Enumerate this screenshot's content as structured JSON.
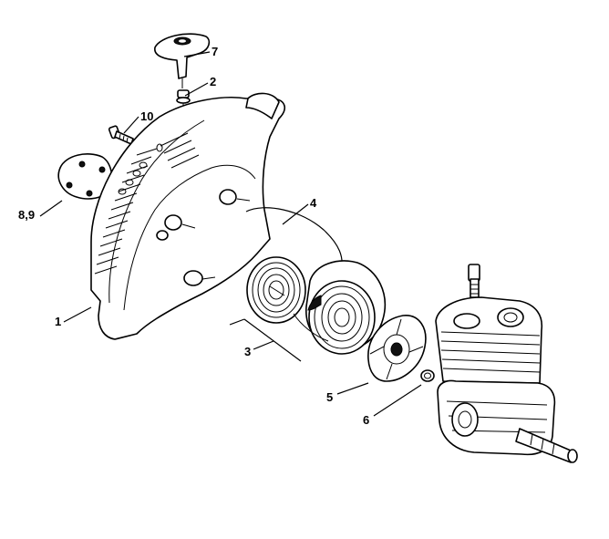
{
  "callouts": {
    "c1": "1",
    "c2": "2",
    "c3": "3",
    "c4": "4",
    "c5": "5",
    "c6": "6",
    "c7": "7",
    "c89": "8,9",
    "c10": "10"
  }
}
